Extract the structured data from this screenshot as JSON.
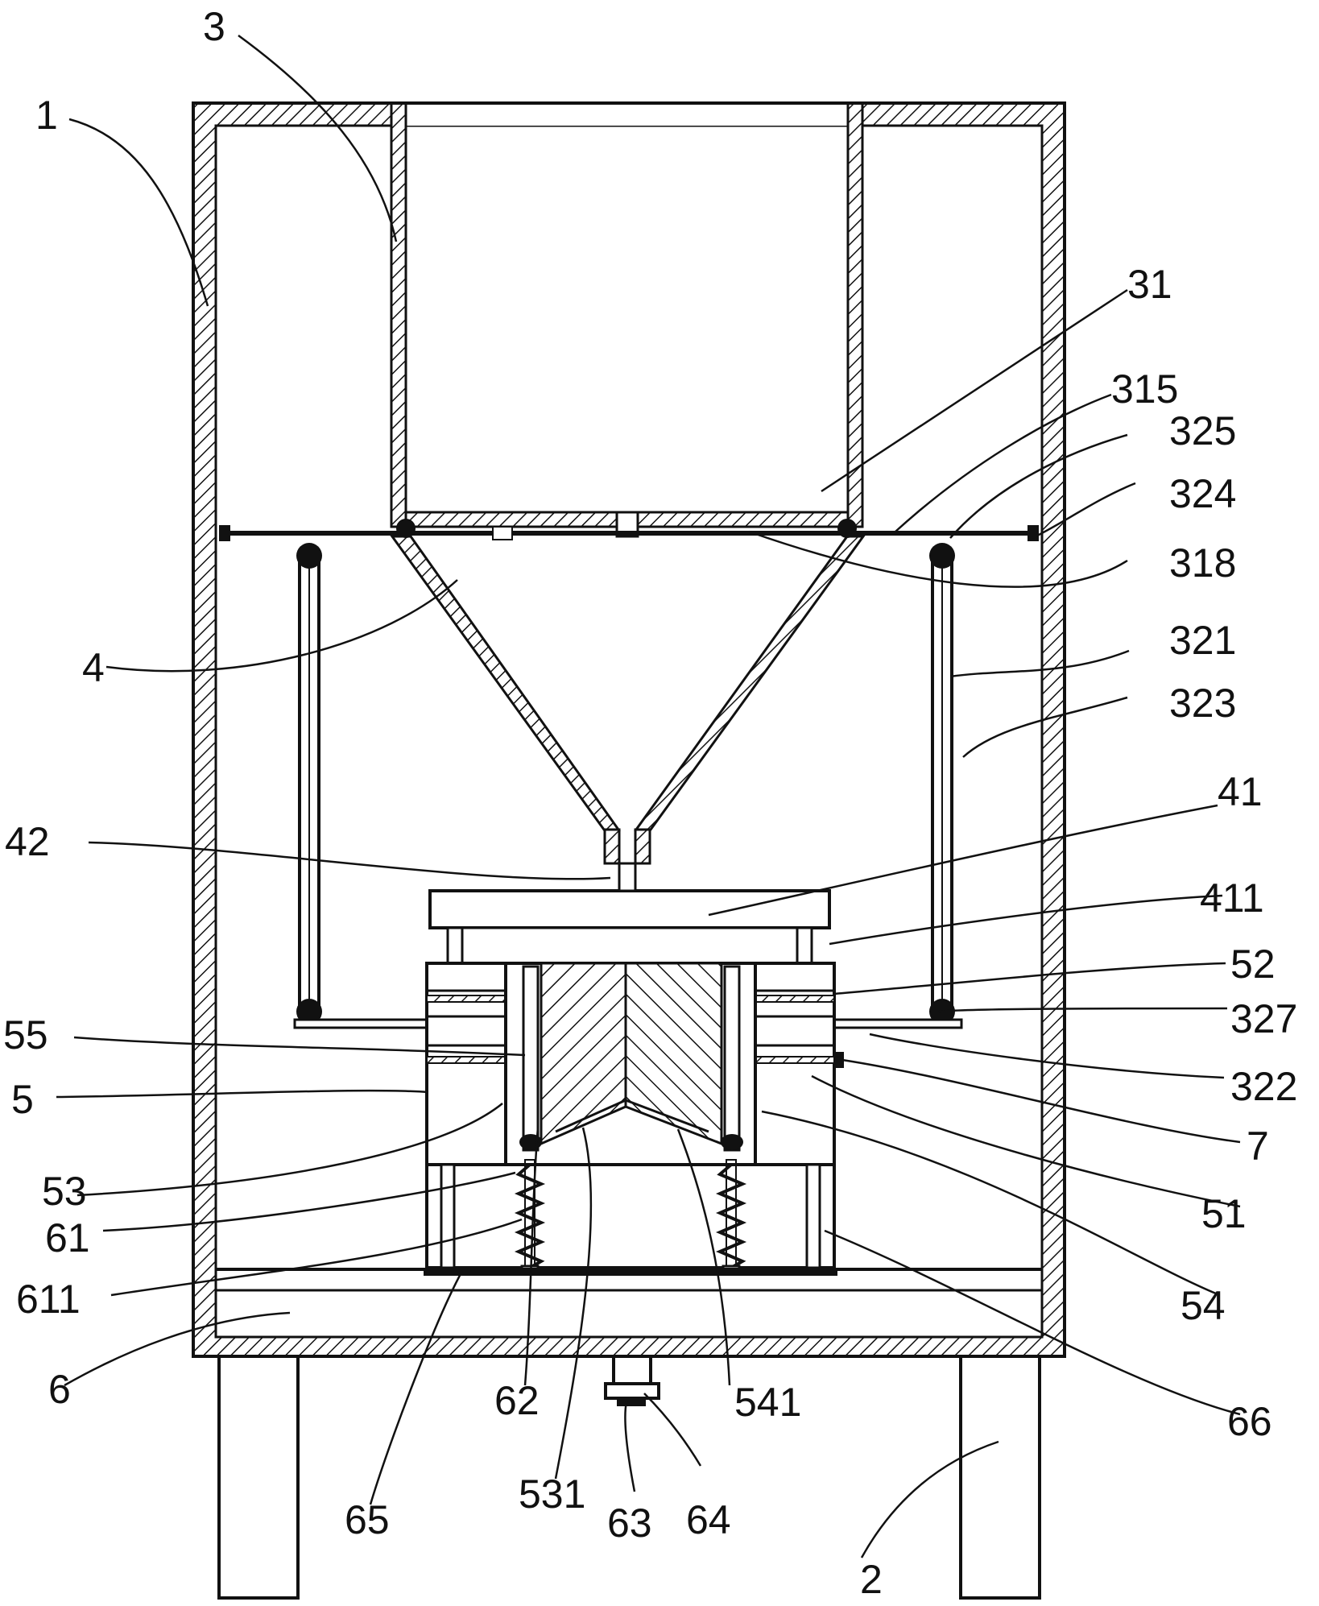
{
  "figure": {
    "labels": {
      "l1": "1",
      "l2": "2",
      "l3": "3",
      "l4": "4",
      "l5": "5",
      "l6": "6",
      "l7": "7",
      "l31": "31",
      "l41": "41",
      "l42": "42",
      "l51": "51",
      "l52": "52",
      "l53": "53",
      "l54": "54",
      "l55": "55",
      "l61": "61",
      "l62": "62",
      "l63": "63",
      "l64": "64",
      "l65": "65",
      "l66": "66",
      "l315": "315",
      "l318": "318",
      "l321": "321",
      "l322": "322",
      "l323": "323",
      "l324": "324",
      "l325": "325",
      "l327": "327",
      "l411": "411",
      "l531": "531",
      "l541": "541",
      "l611": "611"
    }
  }
}
